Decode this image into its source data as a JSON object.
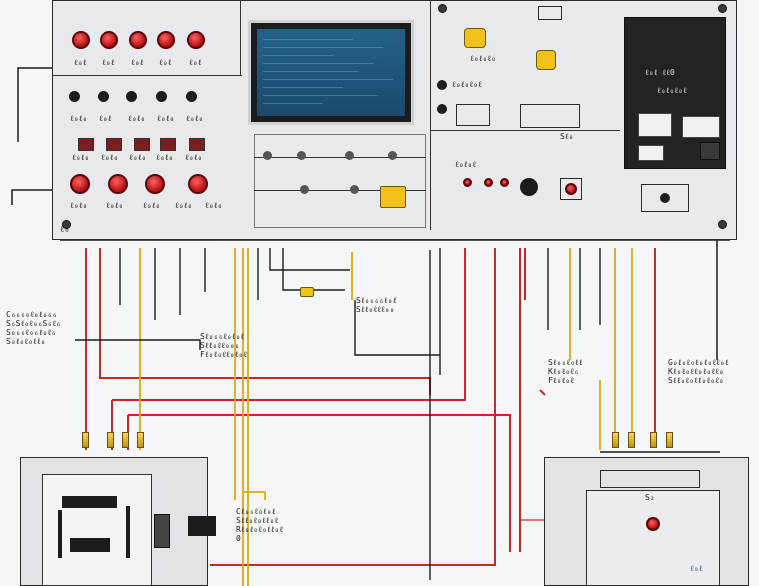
{
  "labels": {
    "l1": "C₆₆₆₀ℓ₀ℓ₀₆₆\nS₆Sℓ₀ℓ₀₆S₆ℓ₆\nS₀₆₆ℓ₀₆ℓ₀ℓ₆\nS₀ℓ₀ℓ₀ℓℓ₀",
    "l2": "Sℓ₀₆₆₆ℓ₀ℓ\nSℓℓ₀ℓℓℓ₀₀",
    "l3": "Sℓ₀₆₆ℓ₀ℓ₀ℓ\nSℓℓ₀ℓℓ₀₀₆\nFℓ₀ℓ₀ℓℓ₀ℓ₀ℓ",
    "l4": "Sℓ₀₆ℓ₀ℓℓ\nKℓ₀ℓ₀ℓ₆\nFℓ₀ℓ₀ℓ",
    "l5": "G₀ℓ₀ℓ₀ℓ₀ℓ₀ℓℓ₀ℓ\nKℓ₀ℓ₀ℓℓ₀ℓ₀ℓℓ₀\nSℓℓ₀ℓ₀ℓℓ₀ℓ₀ℓ₀",
    "l6": "Cℓ₀₆ℓ₀ℓ₀ℓ\nSℓℓ₀ℓ₀ℓℓ₀ℓ\nRℓ₀ℓ₀ℓ₀ℓℓ₀ℓ\n0",
    "top_row": [
      "ℓ₀ℓ",
      "ℓ₀ℓ",
      "ℓ₀ℓ",
      "ℓ₀ℓ",
      "ℓ₀ℓ"
    ],
    "mid_row": [
      "ℓ₀ℓ₀",
      "ℓ₀ℓ",
      "ℓ₀ℓ₀",
      "ℓ₀ℓ₀",
      "ℓ₀ℓ₀"
    ],
    "low_row": [
      "ℓ₀ℓ₀",
      "ℓ₀ℓ₀",
      "ℓ₀ℓ₀",
      "ℓ₀ℓ₀",
      "ℓ₀ℓ₀"
    ],
    "bot_row": [
      "ℓ₀ℓ₀",
      "ℓ₀ℓ₀",
      "ℓ₀ℓ₀",
      "ℓ₀ℓ₀",
      "ℓ₀ℓ₀"
    ],
    "right_module": [
      "ℓ₀ℓ ℓℓ0",
      "ℓ₀ℓ₀ℓ₀ℓ"
    ],
    "center_small": [
      "ℓ₀ℓ₀ℓ₀",
      "ℓ₀ℓ₀ℓ₀ℓ",
      "Sℓ₀",
      "ℓ₀ℓ₀ℓ"
    ],
    "top_right_panel": "ℓ₀",
    "s2": "S₂",
    "bottom_right_small": "ℓ₀ℓ"
  },
  "colors": {
    "panel_bg": "#e8e9ec",
    "wire_red": "#c62828",
    "wire_yellow": "#e0a818",
    "wire_black": "#1b1b1b",
    "screen": "#1f5a80"
  }
}
